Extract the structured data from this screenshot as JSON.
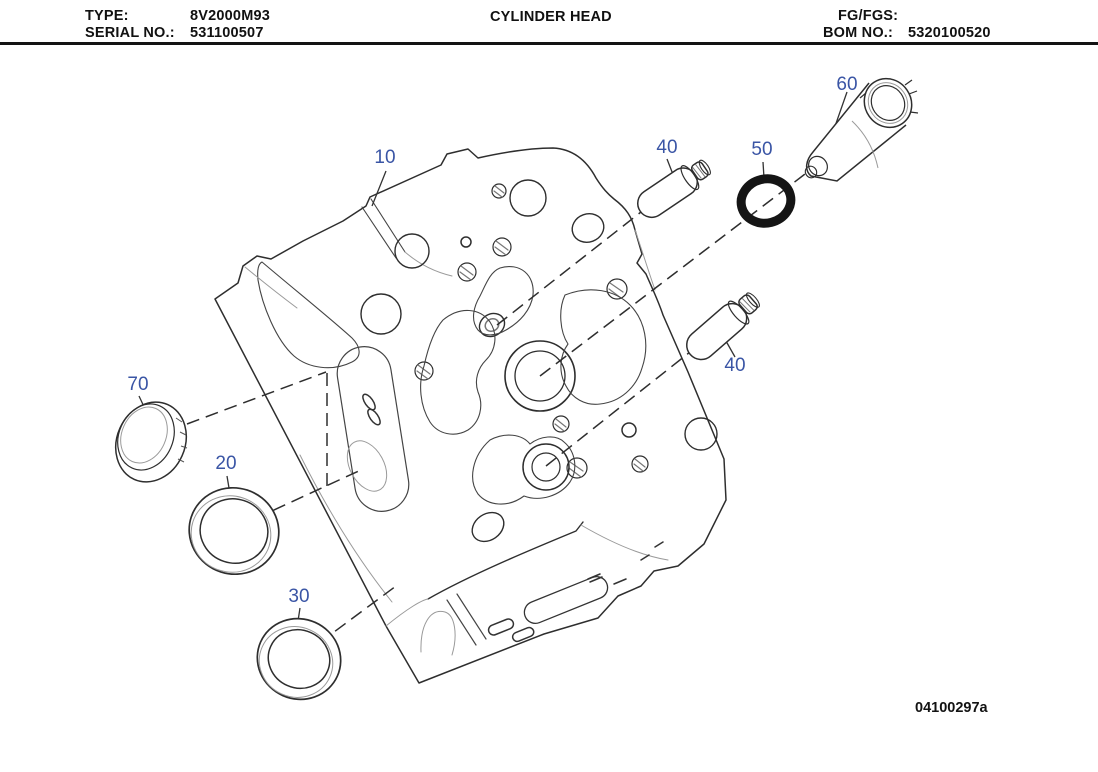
{
  "header": {
    "type_label": "TYPE:",
    "type_value": "8V2000M93",
    "serial_label": "SERIAL NO.:",
    "serial_value": "531100507",
    "title": "CYLINDER HEAD",
    "fg_label": "FG/FGS:",
    "fg_value": "",
    "bom_label": "BOM NO.:",
    "bom_value": "5320100520"
  },
  "diagram": {
    "drawing_number": "04100297a",
    "callout_color": "#3a55a5",
    "line_color": "#2e2e2e",
    "callouts": [
      {
        "label": "10"
      },
      {
        "label": "20"
      },
      {
        "label": "30"
      },
      {
        "label": "40"
      },
      {
        "label": "40"
      },
      {
        "label": "50"
      },
      {
        "label": "60"
      },
      {
        "label": "70"
      }
    ]
  }
}
